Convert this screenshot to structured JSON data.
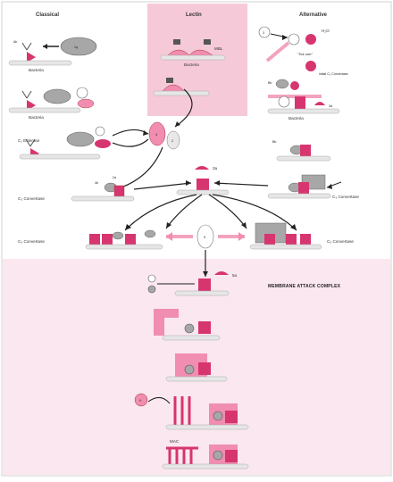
{
  "headers": {
    "classical": "Classical",
    "lectin": "Lectin",
    "alternative": "Alternative"
  },
  "labels": {
    "bacteria": "Bacteria",
    "mbl": "MBL",
    "h2o": "H₂O",
    "tick_over": "\"Tick over\"",
    "initial_c3_convertase": "initial\nC₃ Convertase",
    "c1_esterase": "C₁ Esterase",
    "c3_convertase": "C₃ Convertase",
    "c5_convertase": "C₅ Convertase",
    "c3a": "3a",
    "c5a": "5a",
    "membrane_attack_complex": "MEMBRANE ATTACK COMPLEX",
    "mac": "MAC"
  },
  "colors": {
    "pink_bg": "#fbe7ef",
    "lectin_bg": "#f6c9d8",
    "magenta": "#d7356f",
    "pink": "#f08db0",
    "gray": "#a7a7a7",
    "light_gray": "#d9d9d9"
  }
}
